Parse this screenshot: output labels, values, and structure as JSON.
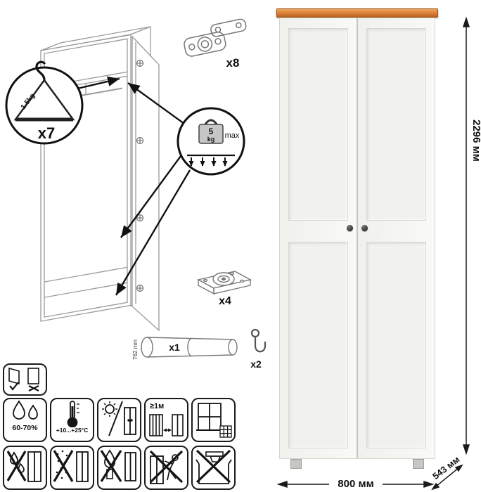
{
  "product": {
    "name": "two-door wardrobe"
  },
  "dimensions": {
    "height": "2296 мм",
    "width": "800 мм",
    "depth": "543 мм"
  },
  "callouts": {
    "hanger_qty": "x7",
    "hanger_capacity": "1.5kg",
    "rail_load_value": "5",
    "rail_load_unit": "kg",
    "rail_load_limit": "max"
  },
  "hardware": {
    "hinge_qty": "x8",
    "foot_qty": "x4",
    "rail_qty": "x1",
    "rail_length": "762 mm",
    "hook_qty": "x2"
  },
  "care": {
    "humidity": "60-70%",
    "temperature": "+10...+25°C",
    "min_distance": "≥1м"
  }
}
